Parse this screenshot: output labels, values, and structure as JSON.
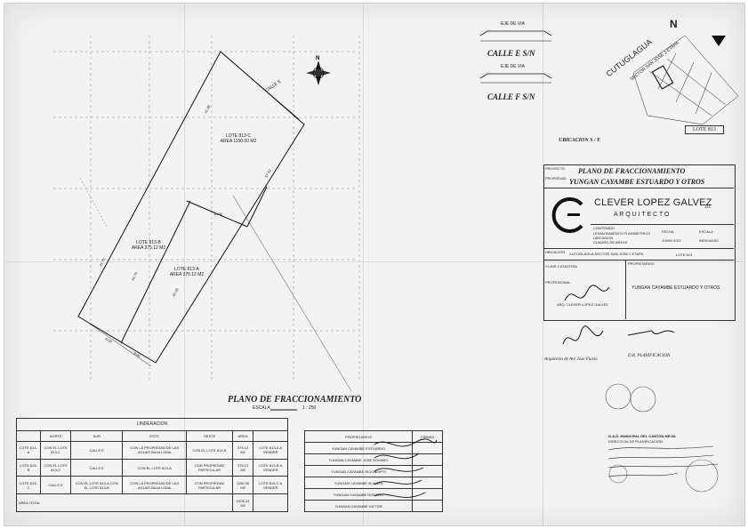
{
  "plan": {
    "title": "PLANO DE   FRACCIONAMIENTO",
    "scale_label": "ESCALA",
    "scale_value": "1 : 250",
    "north": "N",
    "lots": [
      {
        "name": "LOTE 813-C",
        "area": "AREA 1150.00 M2"
      },
      {
        "name": "LOTE 813-B",
        "area": "AREA 375.12 M2"
      },
      {
        "name": "LOTE 813-A",
        "area": "AREA 375.12 M2"
      }
    ],
    "street_labels": [
      "CALLE E"
    ],
    "road_profiles": [
      {
        "axis": "EJE DE VIA",
        "name": "CALLE   E S/N"
      },
      {
        "axis": "EJE DE VIA",
        "name": "CALLE   F S/N"
      }
    ]
  },
  "location": {
    "place": "CUTUGLAGUA",
    "sector": "SECTOR SAN JOSE 2 ETAPA",
    "lot": "LOTE 813",
    "caption": "UBICACION S / E",
    "north": "N"
  },
  "title_block": {
    "proyecto_label": "PROYECTO",
    "proyecto_value": "PLANO DE FRACCIONAMIENTO",
    "propiedad_label": "PROPIEDAD",
    "propiedad_value": "YUNGAN CAYAMBE ESTUARDO Y OTROS",
    "architect_name": "CLEVER LOPEZ GALVEZ",
    "architect_title": "A R Q U I T E C T O",
    "sheet": "1/1",
    "contenido_label": "CONTENIDO",
    "contenido_items": [
      "LEVANTAMIENTO PLANIMETRICO",
      "UBICACION",
      "CUADRO DE AREAS"
    ],
    "fecha_label": "FECHA",
    "fecha_value": "JUNIO 2021",
    "escala_label": "ESCALA",
    "escala_value": "INDICADAS",
    "ubicacion_label": "UBICACION",
    "ubicacion_value": "CUTUGLAGUA SECTOR SAN JOSE 2 ETAPA",
    "lote_value": "LOTE 813",
    "clave_label": "CLAVE CATASTRAL",
    "propietarios_label": "PROPIETARIOS",
    "propietarios_value": "YUNGAN CAYAMBE   ESTUARDO Y OTROS",
    "profesional_label": "PROFESIONAL",
    "arq_stamp": "ARQ. CLEVER LOPEZ GALVEZ"
  },
  "signatures": {
    "left_caption": "Arquitecto de Ave Jose Flavio",
    "right_caption": "D.R. PLANIFICACION",
    "gad_title": "G.A.D. MUNICIPAL DEL CANTON MEJIA",
    "gad_sub": "DIRECCION DE PLANIFICACION"
  },
  "linderacion": {
    "title": "LINDERACION",
    "headers": [
      "NORTE",
      "SUR",
      "ESTE",
      "OESTE",
      "AREA",
      ""
    ],
    "rows": [
      {
        "lote": "LOTE 813-A",
        "norte": "CON EL LOTE 813-C",
        "sur": "CALLE E",
        "este": "CON LA PROPIEDAD DE LAS AGUAS BAJA LOMA",
        "oeste": "CON EL LOTE 813-B",
        "area": "375.12 M2",
        "status": "LOTE 813-A A VENDER"
      },
      {
        "lote": "LOTE 813-B",
        "norte": "CON EL LOTE 813-C",
        "sur": "CALLE E",
        "este": "CON EL LOTE 813-A",
        "oeste": "CON PROPIEDAD PARTICULAR",
        "area": "375.12 M2",
        "status": "LOTE 813-B A VENDER"
      },
      {
        "lote": "LOTE 813-C",
        "norte": "CALLE E",
        "sur": "CON EL LOTE 813-A CON EL LOTE 813-B",
        "este": "CON LA PROPIEDAD DE LAS AGUAS BAJA LOMA",
        "oeste": "CON PROPIEDAD PARTICULAR",
        "area": "1150.00 M2",
        "status": "LOTE 813-C A VENDER"
      }
    ],
    "total_label": "AREA TOTAL",
    "total_value": "2400.24 M2"
  },
  "owners": {
    "headers": [
      "PROPIETARIOS",
      "FIRMAS"
    ],
    "rows": [
      "YUNGAN CAYAMBE   ESTUARDO",
      "YUNGAN CAYAMBE   JOSE ROMMEL",
      "YUNGAN CAYAMBE   RIGOBERTO",
      "YUNGAN CAYAMBE   ALIANZA",
      "YUNGAN CAYAMBE   ROMERO",
      "YUNGAN CAYAMBE   VICTOR"
    ]
  }
}
